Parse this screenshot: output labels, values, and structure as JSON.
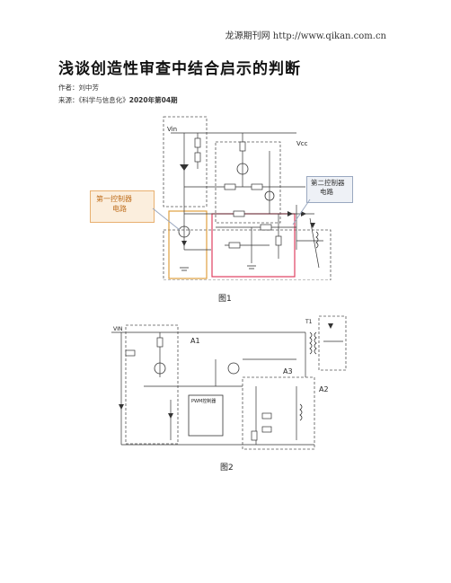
{
  "header": {
    "site": "龙源期刊网 http://www.qikan.com.cn"
  },
  "article": {
    "title": "浅谈创造性审查中结合启示的判断",
    "author_label": "作者：",
    "author": "刘中芳",
    "source_label": "来源：",
    "source_journal": "《科学与信息化》",
    "source_issue": "2020年第04期"
  },
  "figure1": {
    "caption": "图1",
    "callout_left": [
      "第一控制器",
      "电路"
    ],
    "callout_right": [
      "第二控制器",
      "电路"
    ],
    "labels": {
      "vin": "Vin",
      "vcc": "Vcc"
    },
    "colors": {
      "orange_box": "#e0a040",
      "red_box": "#e04060",
      "dashed": "#555555"
    }
  },
  "figure2": {
    "caption": "图2",
    "labels": {
      "a1": "A1",
      "a2": "A2",
      "a3": "A3",
      "vin": "VIN",
      "t1": "T1",
      "pwm": "PWM控制器"
    }
  }
}
